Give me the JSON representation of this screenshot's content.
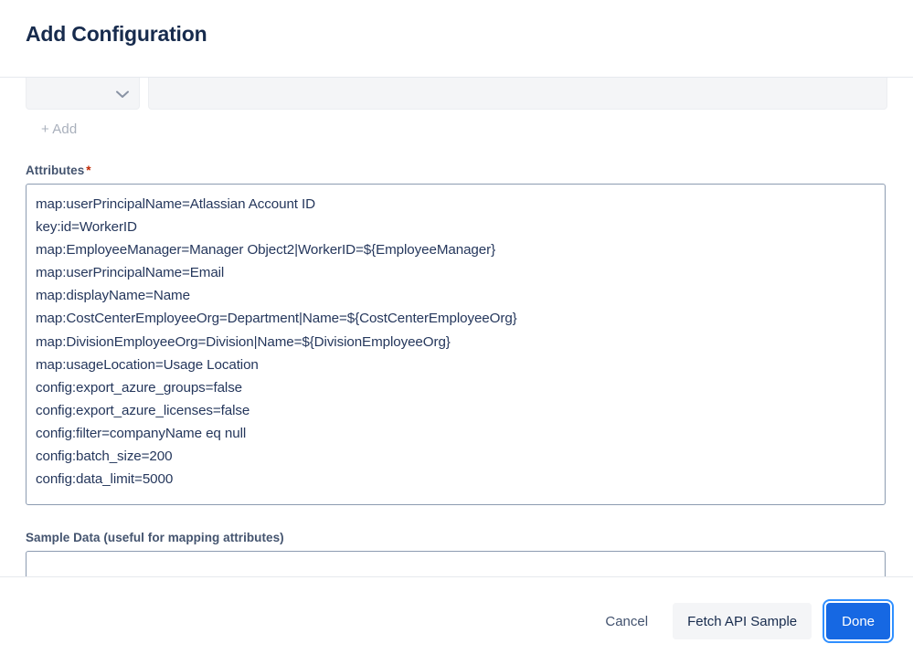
{
  "header": {
    "title": "Add Configuration"
  },
  "form": {
    "mapping_row": {
      "select_value": "",
      "select_icon": "chevron-down-icon",
      "text_value": ""
    },
    "add_link_label": "+ Add",
    "attributes": {
      "label": "Attributes",
      "required_marker": "*",
      "lines": [
        "map:userPrincipalName=Atlassian Account ID",
        "key:id=WorkerID",
        "map:EmployeeManager=Manager Object2|WorkerID=${EmployeeManager}",
        "map:userPrincipalName=Email",
        "map:displayName=Name",
        "map:CostCenterEmployeeOrg=Department|Name=${CostCenterEmployeeOrg}",
        "map:DivisionEmployeeOrg=Division|Name=${DivisionEmployeeOrg}",
        "map:usageLocation=Usage Location",
        "config:export_azure_groups=false",
        "config:export_azure_licenses=false",
        "config:filter=companyName eq null",
        "config:batch_size=200",
        "config:data_limit=5000"
      ]
    },
    "sample_data": {
      "label": "Sample Data (useful for mapping attributes)",
      "value": "",
      "placeholder": ""
    }
  },
  "footer": {
    "cancel_label": "Cancel",
    "fetch_label": "Fetch API Sample",
    "done_label": "Done"
  },
  "colors": {
    "primary": "#1668E3",
    "focus_ring": "#2F8FFF",
    "title": "#172B4D",
    "label": "#44546F",
    "required": "#BF2600",
    "field_bg": "#F4F5F7",
    "input_border": "#8c9bb1",
    "text": "#25375c",
    "muted": "#A9B0BC"
  }
}
